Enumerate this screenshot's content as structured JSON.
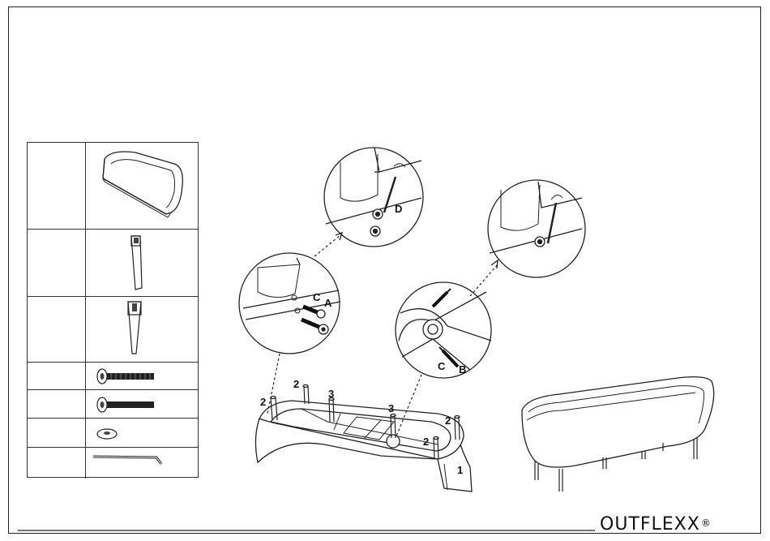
{
  "brand": {
    "name": "OUTFLEXX",
    "registered": "®"
  },
  "parts_table": {
    "rows": [
      {
        "id": "",
        "part": "sofa-seat-frame"
      },
      {
        "id": "",
        "part": "short-leg"
      },
      {
        "id": "",
        "part": "long-leg-with-bracket"
      },
      {
        "id": "",
        "part": "bolt-long"
      },
      {
        "id": "",
        "part": "bolt-long"
      },
      {
        "id": "",
        "part": "flat-washer"
      },
      {
        "id": "",
        "part": "allen-key"
      }
    ]
  },
  "callouts": {
    "part_1": "1",
    "leg_left_front": "2",
    "leg_left_back": "2",
    "leg_right_back": "2",
    "leg_right_front": "2",
    "leg_mid_left": "3",
    "leg_mid_right": "3",
    "screw_c1": "C",
    "bolt_a": "A",
    "key_d": "D",
    "screw_c2": "C",
    "bolt_b": "B"
  },
  "colors": {
    "line": "#222222",
    "background": "#ffffff"
  }
}
